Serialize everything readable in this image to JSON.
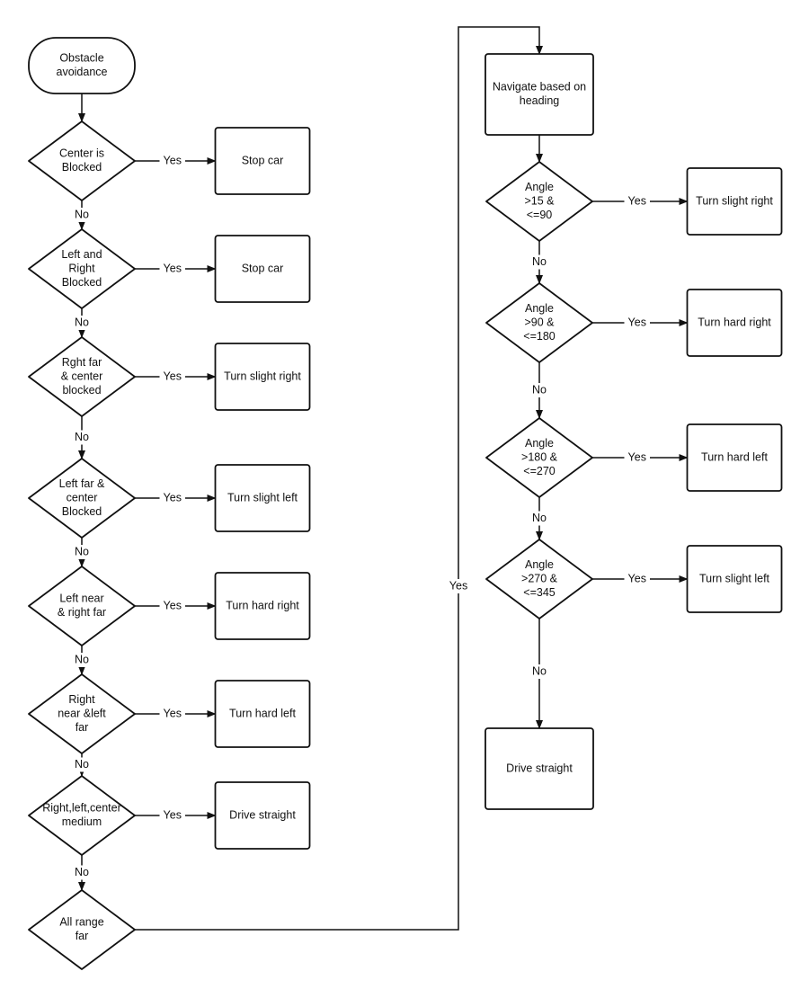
{
  "diagram": {
    "nodes": [
      {
        "id": "start",
        "label": [
          "Obstacle",
          "avoidance"
        ]
      },
      {
        "id": "d1",
        "label": [
          "Center is",
          "Blocked"
        ]
      },
      {
        "id": "a1",
        "label": [
          "Stop car"
        ]
      },
      {
        "id": "d2",
        "label": [
          "Left and",
          "Right",
          "Blocked"
        ]
      },
      {
        "id": "a2",
        "label": [
          "Stop car"
        ]
      },
      {
        "id": "d3",
        "label": [
          "Rght far",
          "& center",
          "blocked"
        ]
      },
      {
        "id": "a3",
        "label": [
          "Turn slight right"
        ]
      },
      {
        "id": "d4",
        "label": [
          "Left far &",
          "center",
          "Blocked"
        ]
      },
      {
        "id": "a4",
        "label": [
          "Turn slight left"
        ]
      },
      {
        "id": "d5",
        "label": [
          "Left near",
          "& right far"
        ]
      },
      {
        "id": "a5",
        "label": [
          "Turn hard right"
        ]
      },
      {
        "id": "d6",
        "label": [
          "Right",
          "near &left",
          "far"
        ]
      },
      {
        "id": "a6",
        "label": [
          "Turn hard left"
        ]
      },
      {
        "id": "d7",
        "label": [
          "Right,left,center",
          "medium"
        ]
      },
      {
        "id": "a7",
        "label": [
          "Drive straight"
        ]
      },
      {
        "id": "d8",
        "label": [
          "All range",
          "far"
        ]
      },
      {
        "id": "nav",
        "label": [
          "Navigate based on",
          "heading"
        ]
      },
      {
        "id": "h1",
        "label": [
          "Angle",
          ">15 &",
          "<=90"
        ]
      },
      {
        "id": "b1",
        "label": [
          "Turn slight right"
        ]
      },
      {
        "id": "h2",
        "label": [
          "Angle",
          ">90 &",
          "<=180"
        ]
      },
      {
        "id": "b2",
        "label": [
          "Turn hard right"
        ]
      },
      {
        "id": "h3",
        "label": [
          "Angle",
          ">180 &",
          "<=270"
        ]
      },
      {
        "id": "b3",
        "label": [
          "Turn hard left"
        ]
      },
      {
        "id": "h4",
        "label": [
          "Angle",
          ">270 &",
          "<=345"
        ]
      },
      {
        "id": "b4",
        "label": [
          "Turn slight left"
        ]
      },
      {
        "id": "ds",
        "label": [
          "Drive straight"
        ]
      }
    ],
    "edges": [
      {
        "from": "start",
        "to": "d1",
        "label": ""
      },
      {
        "from": "d1",
        "to": "a1",
        "label": "Yes"
      },
      {
        "from": "d1",
        "to": "d2",
        "label": "No"
      },
      {
        "from": "d2",
        "to": "a2",
        "label": "Yes"
      },
      {
        "from": "d2",
        "to": "d3",
        "label": "No"
      },
      {
        "from": "d3",
        "to": "a3",
        "label": "Yes"
      },
      {
        "from": "d3",
        "to": "d4",
        "label": "No"
      },
      {
        "from": "d4",
        "to": "a4",
        "label": "Yes"
      },
      {
        "from": "d4",
        "to": "d5",
        "label": "No"
      },
      {
        "from": "d5",
        "to": "a5",
        "label": "Yes"
      },
      {
        "from": "d5",
        "to": "d6",
        "label": "No"
      },
      {
        "from": "d6",
        "to": "a6",
        "label": "Yes"
      },
      {
        "from": "d6",
        "to": "d7",
        "label": "No"
      },
      {
        "from": "d7",
        "to": "a7",
        "label": "Yes"
      },
      {
        "from": "d7",
        "to": "d8",
        "label": "No"
      },
      {
        "from": "d8",
        "to": "nav",
        "label": "Yes"
      },
      {
        "from": "nav",
        "to": "h1",
        "label": ""
      },
      {
        "from": "h1",
        "to": "b1",
        "label": "Yes"
      },
      {
        "from": "h1",
        "to": "h2",
        "label": "No"
      },
      {
        "from": "h2",
        "to": "b2",
        "label": "Yes"
      },
      {
        "from": "h2",
        "to": "h3",
        "label": "No"
      },
      {
        "from": "h3",
        "to": "b3",
        "label": "Yes"
      },
      {
        "from": "h3",
        "to": "h4",
        "label": "No"
      },
      {
        "from": "h4",
        "to": "b4",
        "label": "Yes"
      },
      {
        "from": "h4",
        "to": "ds",
        "label": "No"
      }
    ]
  }
}
